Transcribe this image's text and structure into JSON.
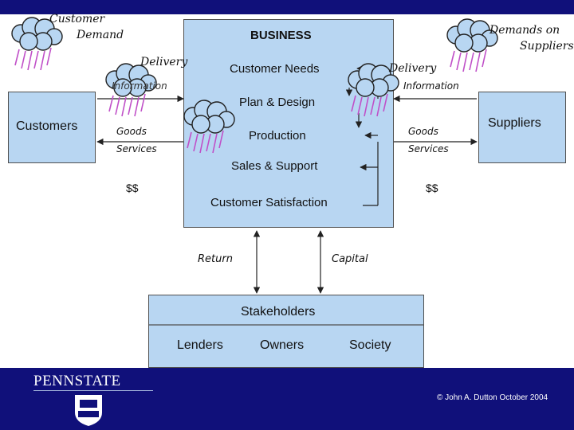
{
  "business": {
    "title": "BUSINESS",
    "customer_needs": "Customer Needs",
    "plan_design": "Plan & Design",
    "production": "Production",
    "sales_support": "Sales & Support",
    "customer_satisfaction": "Customer Satisfaction"
  },
  "customers": {
    "label": "Customers"
  },
  "suppliers": {
    "label": "Suppliers"
  },
  "left_flows": {
    "delivery": "Delivery",
    "information": "Information",
    "goods": "Goods",
    "services": "Services",
    "money": "$$"
  },
  "right_flows": {
    "delivery": "Delivery",
    "information": "Information",
    "goods": "Goods",
    "services": "Services",
    "money": "$$"
  },
  "clouds": {
    "customer_demand_line1": "Customer",
    "customer_demand_line2": "Demand",
    "demands_on_suppliers_line1": "Demands on",
    "demands_on_suppliers_line2": "Suppliers"
  },
  "stake_flows": {
    "return": "Return",
    "capital": "Capital"
  },
  "stakeholders": {
    "title": "Stakeholders",
    "lenders": "Lenders",
    "owners": "Owners",
    "society": "Society"
  },
  "footer": {
    "logo_text": "PENNSTATE",
    "copyright": "© John A. Dutton October 2004"
  },
  "colors": {
    "top_bar": "#10107a",
    "box_fill": "#b8d6f2",
    "cloud_fill": "#b8d6f2",
    "rain": "#c050c8"
  }
}
